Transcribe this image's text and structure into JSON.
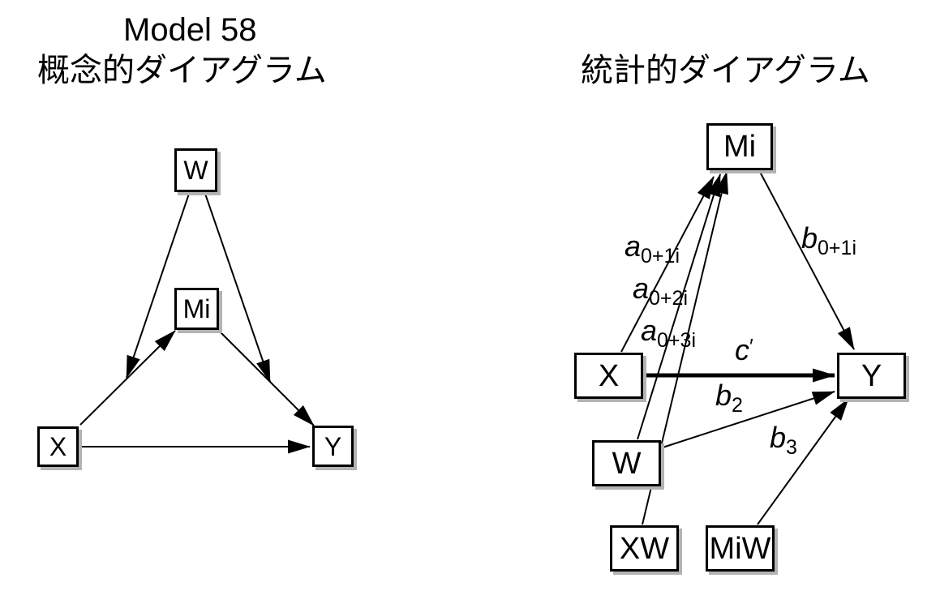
{
  "titles": {
    "model": "Model 58",
    "conceptual": "概念的ダイアグラム",
    "statistical": "統計的ダイアグラム"
  },
  "conceptual_diagram": {
    "nodes": {
      "w": "W",
      "mi": "Mi",
      "x": "X",
      "y": "Y"
    },
    "arrows": [
      "X to Mi",
      "Mi to Y",
      "X to Y",
      "W to X-Mi path (moderation)",
      "W to Mi-Y path (moderation)"
    ]
  },
  "statistical_diagram": {
    "nodes": {
      "mi": "Mi",
      "x": "X",
      "y": "Y",
      "w": "W",
      "xw": "XW",
      "miw": "MiW"
    },
    "path_labels": {
      "a1": {
        "main": "a",
        "sub": "0+1i"
      },
      "a2": {
        "main": "a",
        "sub": "0+2i"
      },
      "a3": {
        "main": "a",
        "sub": "0+3i"
      },
      "b1": {
        "main": "b",
        "sub": "0+1i"
      },
      "c": {
        "main": "c",
        "sup": "′"
      },
      "b2": {
        "main": "b",
        "sub": "2"
      },
      "b3": {
        "main": "b",
        "sub": "3"
      }
    },
    "arrows": [
      "X to Mi (a0+1i)",
      "W to Mi (a0+2i)",
      "XW to Mi (a0+3i)",
      "Mi to Y (b0+1i)",
      "X to Y (c')",
      "W to Y (b2)",
      "MiW to Y (b3)"
    ]
  },
  "colors": {
    "line": "#000000",
    "box_border": "#000000",
    "box_fill": "#ffffff",
    "box_shadow": "#b3b3b3",
    "text": "#000000",
    "background": "#ffffff"
  }
}
